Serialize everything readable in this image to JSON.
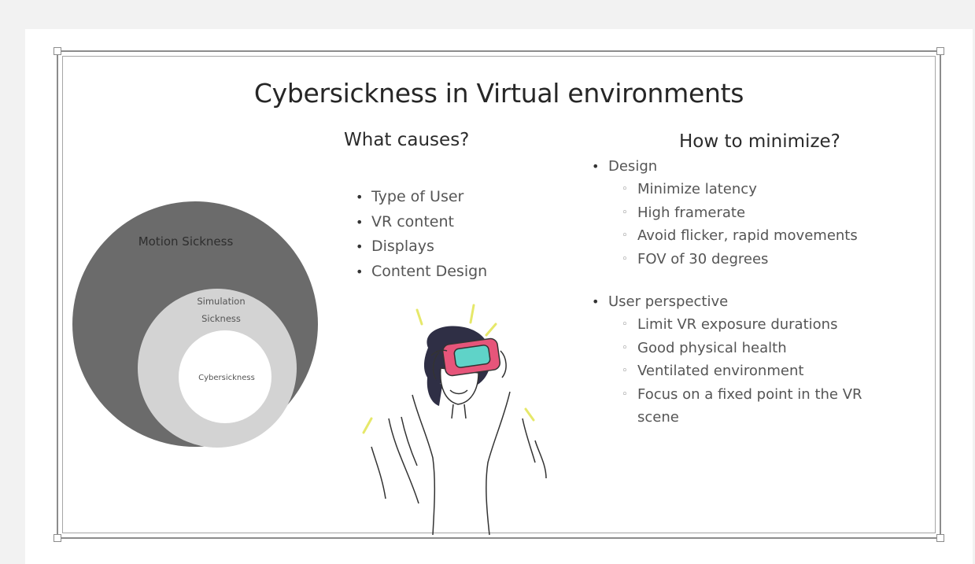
{
  "title": "Cybersickness in Virtual environments",
  "causes": {
    "heading": "What causes?",
    "items": [
      "Type of User",
      "VR content",
      "Displays",
      "Content Design"
    ]
  },
  "minimize": {
    "heading": "How to minimize?",
    "groups": [
      {
        "label": "Design",
        "items": [
          "Minimize latency",
          "High framerate",
          "Avoid flicker, rapid movements",
          "FOV of 30 degrees"
        ]
      },
      {
        "label": "User perspective",
        "items": [
          "Limit VR exposure durations",
          "Good physical health",
          "Ventilated environment",
          "Focus on a fixed point in the VR scene"
        ]
      }
    ]
  },
  "venn": {
    "outer_label": "Motion Sickness",
    "middle_label_line1": "Simulation",
    "middle_label_line2": "Sickness",
    "inner_label": "Cybersickness"
  },
  "colors": {
    "outer_circle": "#6b6b6b",
    "middle_circle": "#d3d3d3",
    "inner_circle": "#ffffff",
    "headset_pink": "#e6557a",
    "headset_teal": "#5fd3c8",
    "accent_yellow": "#e6e86a"
  },
  "icons": {
    "illustration": "person-wearing-vr-headset-icon"
  }
}
